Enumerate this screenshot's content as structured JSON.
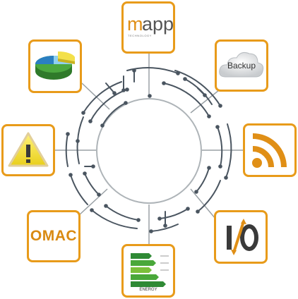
{
  "tiles": {
    "mapp": {
      "logo_m": "m",
      "logo_rest": "app",
      "subtitle": "TECHNOLOGY"
    },
    "backup": {
      "label": "Backup"
    },
    "rss": {
      "icon": "rss-icon"
    },
    "io": {
      "icon": "io-toggle-icon"
    },
    "energy": {
      "label": "ENERGY"
    },
    "omac": {
      "label": "OMAC"
    },
    "warning": {
      "icon": "warning-icon"
    },
    "chart": {
      "icon": "pie-chart-icon"
    }
  },
  "colors": {
    "tile_border": "#e89b1a",
    "accent_orange": "#e08f16",
    "circuit_dark": "#4a5560",
    "ring_light": "#aeb4b8",
    "connector": "#9aa1a6",
    "warning_yellow": "#f4e23a",
    "energy_green": "#3f9a3a"
  }
}
